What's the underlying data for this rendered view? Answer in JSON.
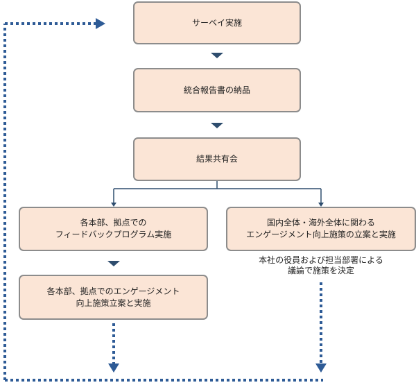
{
  "steps": {
    "survey": "サーベイ実施",
    "report": "統合報告書の納品",
    "share": "結果共有会",
    "feedback_line1": "各本部、拠点での",
    "feedback_line2": "フィードバックプログラム実施",
    "engage_line1": "各本部、拠点でのエンゲージメント",
    "engage_line2": "向上施策立案と実施",
    "company_line1": "国内全体・海外全体に関わる",
    "company_line2": "エンゲージメント向上施策の立案と実施"
  },
  "note": {
    "line1": "本社の役員および担当部署による",
    "line2": "議論で施策を決定"
  },
  "colors": {
    "box_fill": "#fbe5d6",
    "box_border": "#8c8c8c",
    "arrow": "#2e4d6e",
    "dotted": "#2e5b96"
  }
}
